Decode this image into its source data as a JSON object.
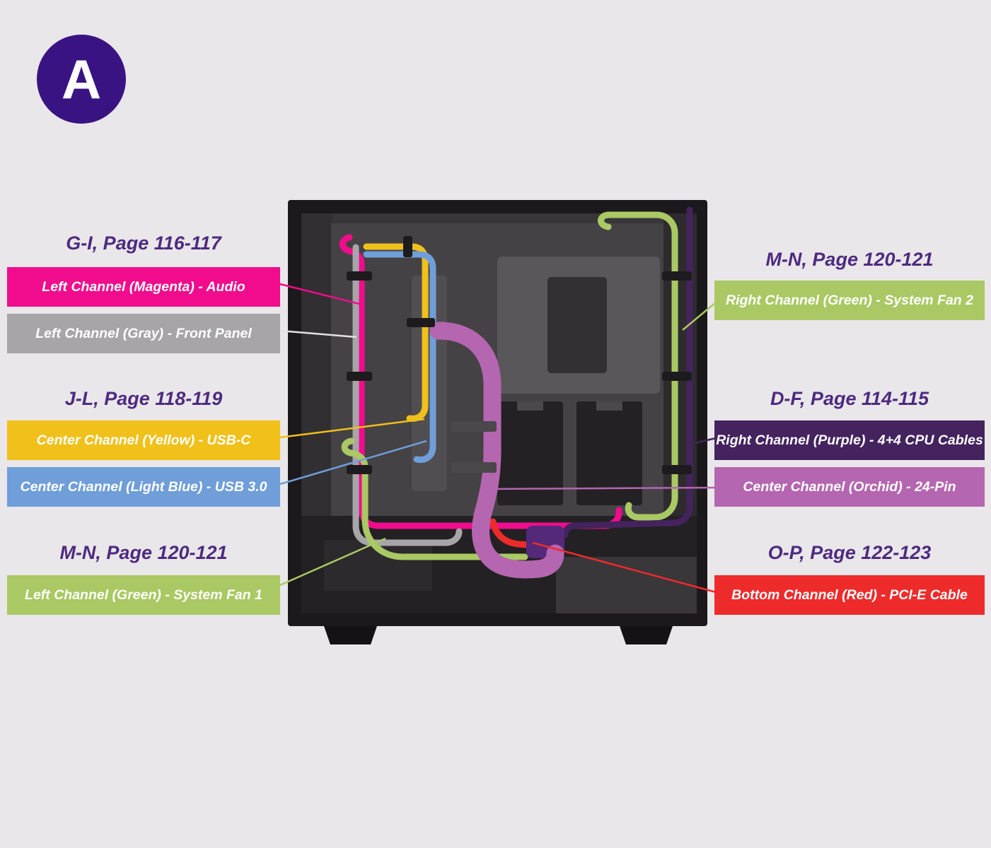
{
  "badge": {
    "letter": "A"
  },
  "colors": {
    "background": "#e9e7e9",
    "heading": "#4e2a80",
    "badge_bg": "#3a1383",
    "banner_text": "#ffffff",
    "magenta": "#f00c8c",
    "gray": "#a7a5a8",
    "gray_line": "#e4e2e4",
    "yellow": "#f0c01b",
    "light_blue": "#6f9ed9",
    "green": "#aac863",
    "purple": "#44235e",
    "orchid": "#b566b0",
    "red": "#ee2b2b"
  },
  "left_column": {
    "group1": {
      "heading": "G-I, Page 116-117",
      "banner1": "Left Channel (Magenta) - Audio",
      "banner2": "Left Channel (Gray) - Front Panel"
    },
    "group2": {
      "heading": "J-L, Page 118-119",
      "banner1": "Center Channel (Yellow) - USB-C",
      "banner2": "Center Channel (Light Blue) - USB 3.0"
    },
    "group3": {
      "heading": "M-N, Page 120-121",
      "banner1": "Left Channel (Green) - System Fan 1"
    }
  },
  "right_column": {
    "group1": {
      "heading": "M-N, Page 120-121",
      "banner1": "Right Channel (Green) - System Fan 2"
    },
    "group2": {
      "heading": "D-F, Page 114-115",
      "banner1": "Right Channel (Purple) - 4+4 CPU Cables",
      "banner2": "Center Channel (Orchid) - 24-Pin"
    },
    "group3": {
      "heading": "O-P, Page 122-123",
      "banner1": "Bottom Channel (Red) - PCI-E Cable"
    }
  }
}
